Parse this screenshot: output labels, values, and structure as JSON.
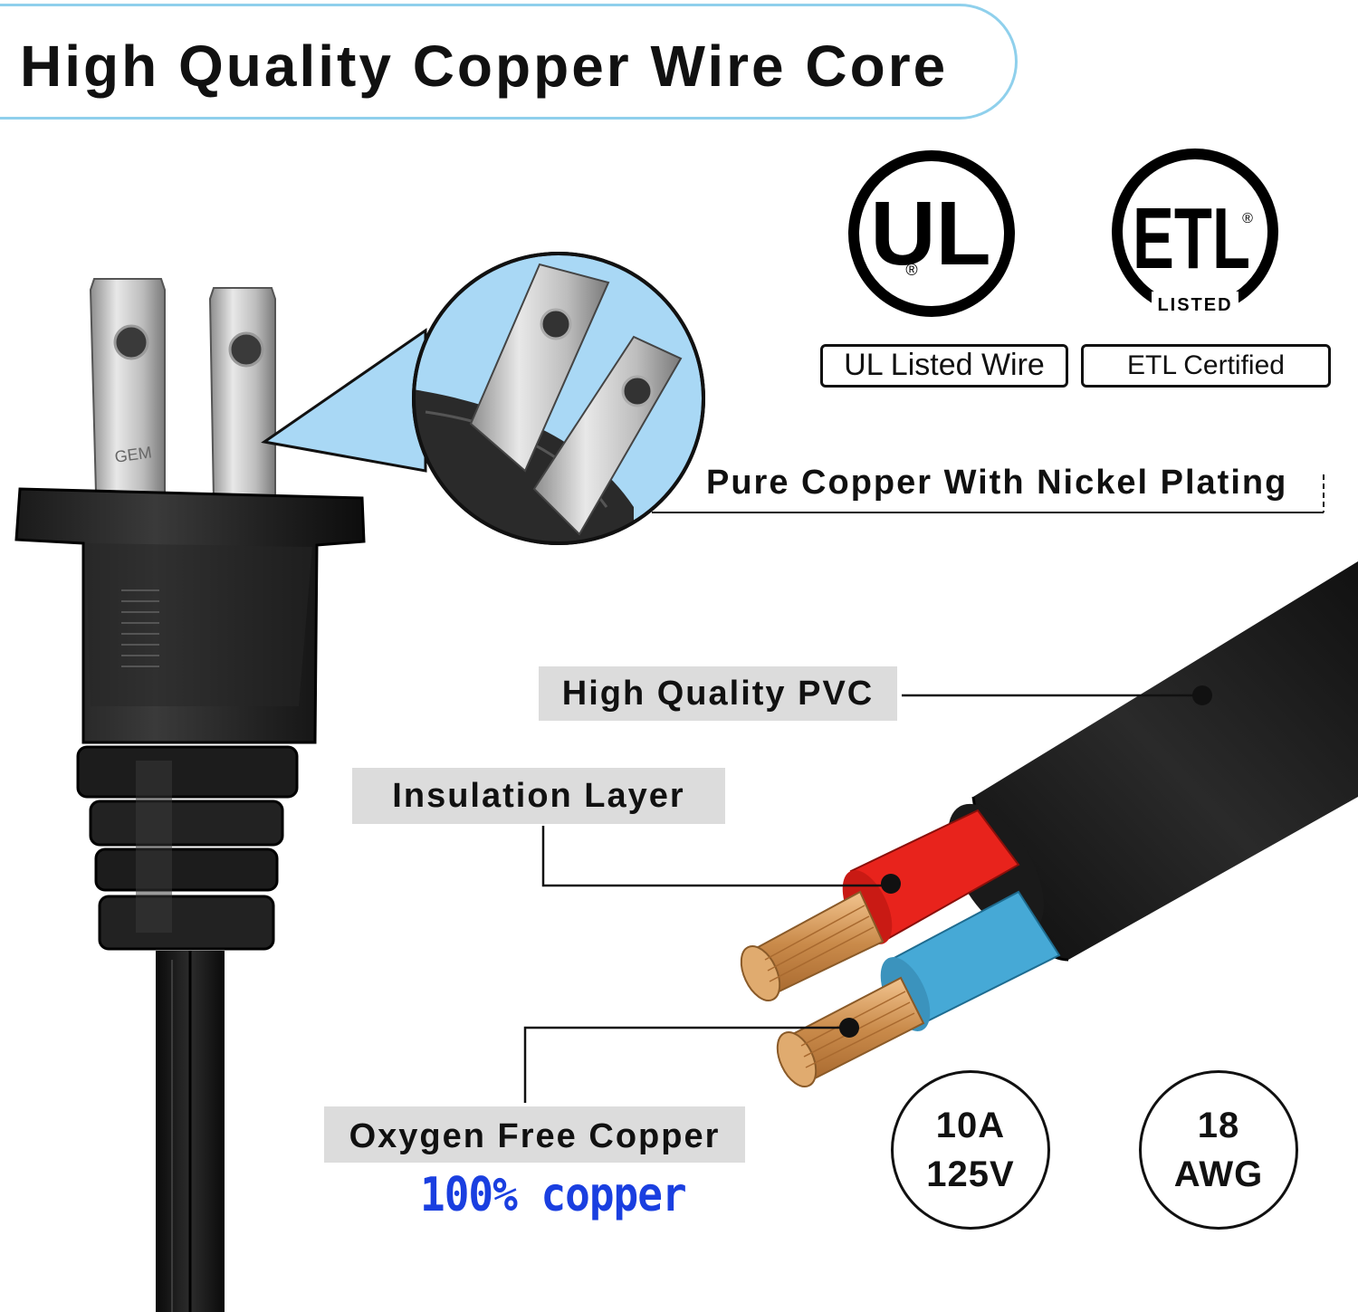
{
  "title": "High Quality Copper Wire Core",
  "certifications": {
    "ul_label": "UL Listed Wire",
    "etl_label": "ETL Certified",
    "ul_logo_text": "UL",
    "etl_logo_text": "ETL",
    "etl_logo_subtext": "LISTED",
    "registered_symbol": "®"
  },
  "plug": {
    "prong_marking": "GEM"
  },
  "callouts": {
    "nickel_plating": "Pure Copper With Nickel Plating",
    "pvc": "High Quality PVC",
    "insulation": "Insulation Layer",
    "oxygen_free": "Oxygen Free Copper",
    "copper_percent": "100% copper"
  },
  "specs": {
    "current_voltage": {
      "line1": "10A",
      "line2": "125V"
    },
    "gauge": {
      "line1": "18",
      "line2": "AWG"
    }
  },
  "colors": {
    "banner_border": "#8fd0ec",
    "zoom_background": "#a9d8f5",
    "cable_black": "#141414",
    "red_insulation": "#e8231c",
    "blue_insulation": "#46a9d6",
    "copper": "#d9a064",
    "copper_percent_text": "#1a3fe0",
    "callout_background": "#dcdcdc"
  }
}
